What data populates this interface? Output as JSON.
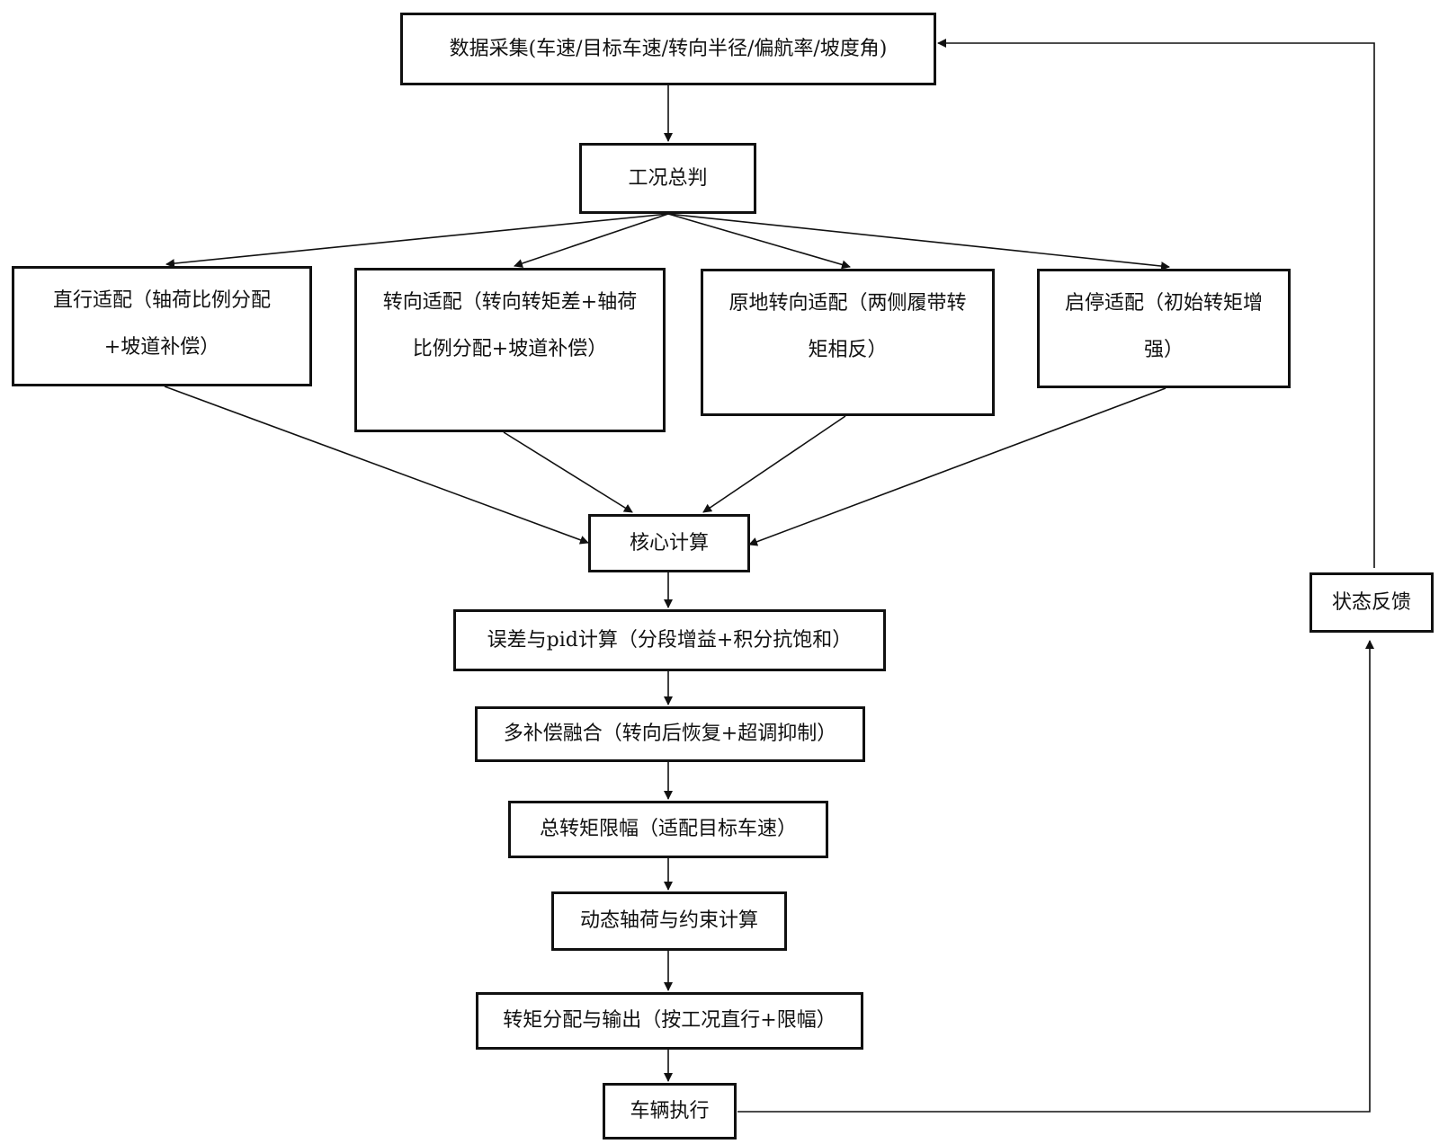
{
  "nodes": {
    "data_collection": "数据采集(车速/目标车速/转向半径/偏航率/坡度角)",
    "condition_judge": "工况总判",
    "straight": "直行适配（轴荷比例分配+坡道补偿）",
    "steering": "转向适配（转向转矩差+轴荷比例分配+坡道补偿）",
    "pivot": "原地转向适配（两侧履带转矩相反）",
    "start_stop": "启停适配（初始转矩增强）",
    "core_calc": "核心计算",
    "pid": "误差与pid计算（分段增益+积分抗饱和）",
    "fusion": "多补偿融合（转向后恢复+超调抑制）",
    "limit": "总转矩限幅（适配目标车速）",
    "axle_load": "动态轴荷与约束计算",
    "distribution": "转矩分配与输出（按工况直行+限幅）",
    "vehicle_exec": "车辆执行",
    "feedback": "状态反馈"
  }
}
